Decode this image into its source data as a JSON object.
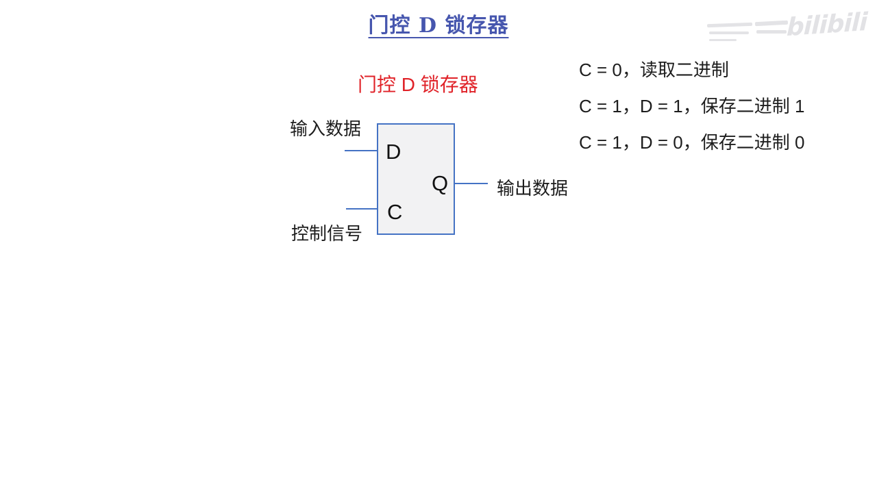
{
  "page": {
    "title": "门控 D 锁存器"
  },
  "watermark": {
    "logo_text": "bilibili"
  },
  "diagram": {
    "subtitle": "门控 D 锁存器",
    "pins": {
      "d": "D",
      "c": "C",
      "q": "Q"
    },
    "labels": {
      "input": "输入数据",
      "control": "控制信号",
      "output": "输出数据"
    }
  },
  "notes": {
    "lines": [
      "C = 0，读取二进制",
      "C = 1，D = 1，保存二进制 1",
      "C = 1，D = 0，保存二进制 0"
    ]
  },
  "colors": {
    "title_blue": "#4656ae",
    "subtitle_red": "#e02228",
    "diagram_blue": "#4472c4",
    "box_fill": "#f2f2f3",
    "text_black": "#1d1d1d",
    "watermark_gray": "#e2e2e5"
  }
}
